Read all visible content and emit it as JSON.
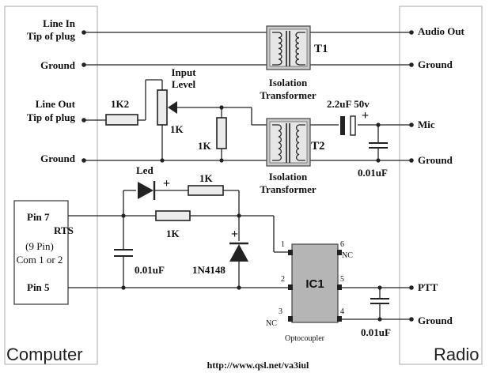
{
  "panels": {
    "computer": "Computer",
    "radio": "Radio"
  },
  "left": {
    "line_in": [
      "Line In",
      "Tip of plug"
    ],
    "ground_1": "Ground",
    "line_out": [
      "Line Out",
      "Tip of plug"
    ],
    "ground_2": "Ground"
  },
  "right": {
    "audio_out": "Audio Out",
    "ground_1": "Ground",
    "mic": "Mic",
    "ground_2": "Ground",
    "ptt": "PTT",
    "ground_3": "Ground"
  },
  "transformers": {
    "t1": "T1",
    "t2": "T2",
    "t1_caption": [
      "Isolation",
      "Transformer"
    ],
    "t2_caption": [
      "Isolation",
      "Transformer"
    ]
  },
  "components": {
    "r_1k2": "1K2",
    "pot": "1K",
    "pot_label": [
      "Input",
      "Level"
    ],
    "r_shunt": "1K",
    "cap_mic": "2.2uF 50v",
    "cap_mic_plus": "+",
    "cap_mic_gnd": "0.01uF",
    "led": "Led",
    "led_plus": "+",
    "r_led": "1K",
    "r_rts": "1K",
    "cap_port": "0.01uF",
    "diode": "1N4148",
    "diode_plus": "+",
    "cap_ptt": "0.01uF"
  },
  "port": {
    "pin7": "Pin 7",
    "rts": "RTS",
    "desc": [
      "(9 Pin)",
      "Com 1 or 2"
    ],
    "pin5": "Pin 5"
  },
  "ic": {
    "name": "IC1",
    "caption": "Optocoupler",
    "pins": [
      "1",
      "2",
      "3",
      "4",
      "5",
      "6"
    ],
    "nc_3": "NC",
    "nc_6": "NC"
  },
  "url": "http://www.qsl.net/va3iul"
}
